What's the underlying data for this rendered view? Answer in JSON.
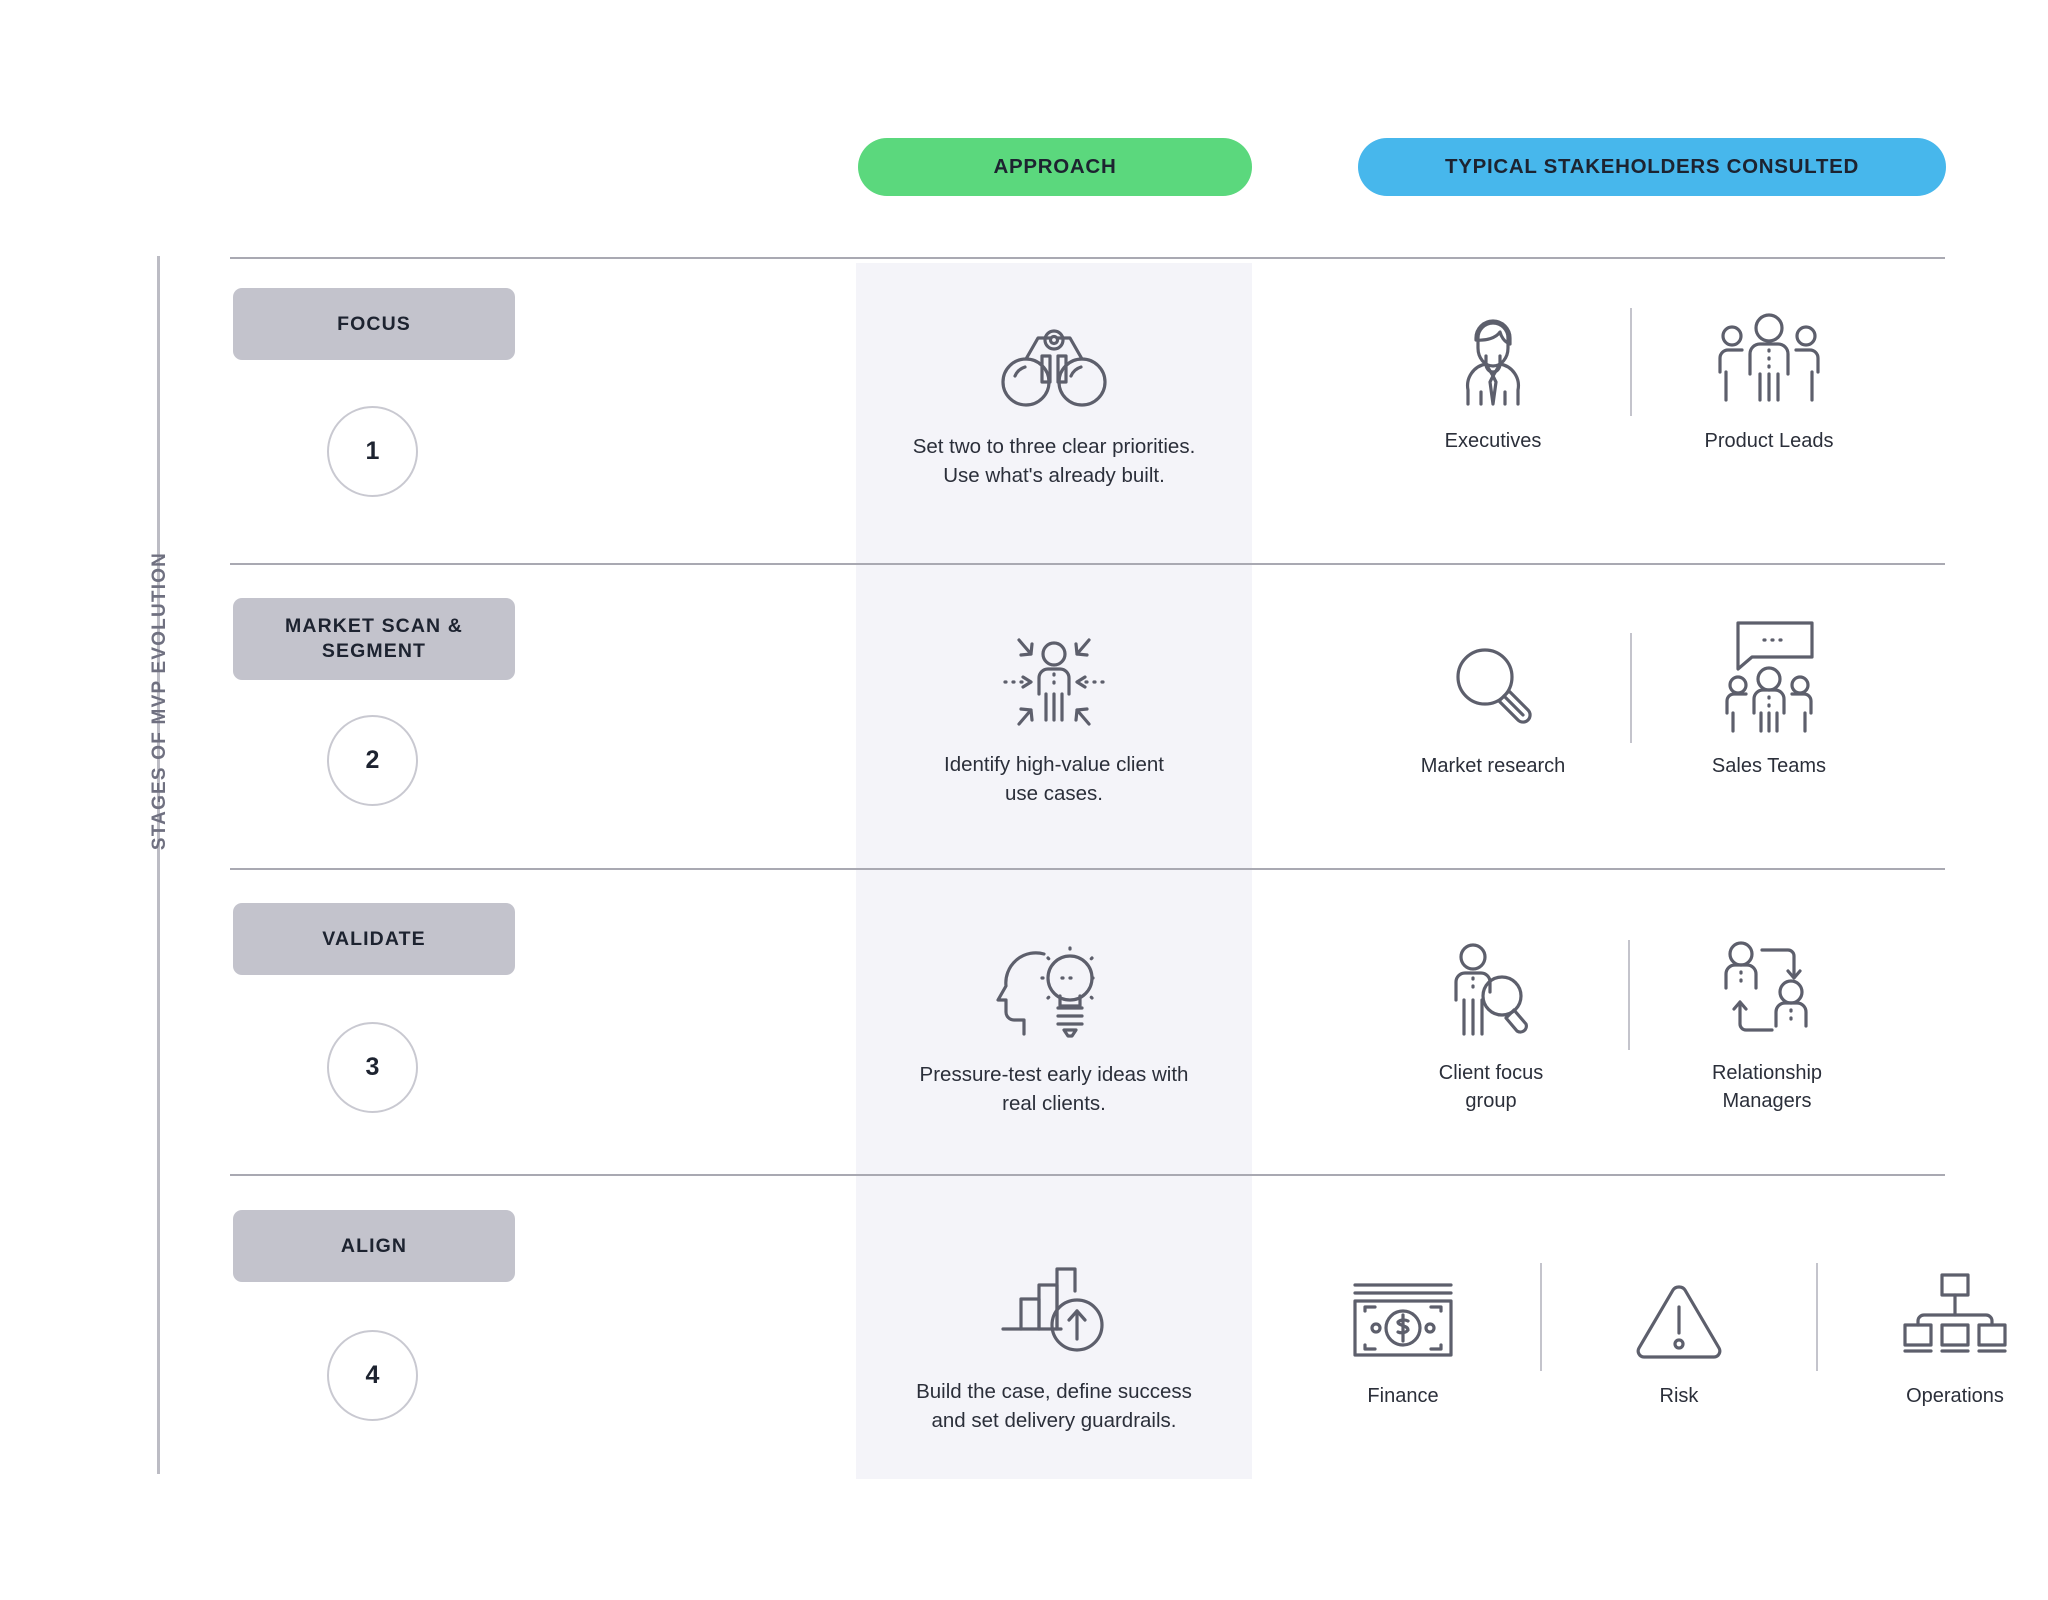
{
  "header": {
    "approach_pill": "APPROACH",
    "stakeholders_pill": "TYPICAL STAKEHOLDERS CONSULTED",
    "approach_color": "#5bd87d",
    "stakeholders_color": "#47b7ec"
  },
  "axis": {
    "label": "STAGES OF MVP EVOLUTION",
    "color": "#6f7080"
  },
  "rows": [
    {
      "stage": "FOCUS",
      "number": "1",
      "approach_icon": "binoculars-icon",
      "approach_text": "Set two to three clear priorities.\nUse what's already built.",
      "approach_line1": "Set two to three clear priorities.",
      "approach_line2": "Use what's already built.",
      "stakeholders": [
        {
          "label": "Executives",
          "icon": "executive-person-icon"
        },
        {
          "label": "Product Leads",
          "icon": "group-of-three-people-icon"
        }
      ]
    },
    {
      "stage": "MARKET SCAN & SEGMENT",
      "stage_line1": "MARKET SCAN &",
      "stage_line2": "SEGMENT",
      "number": "2",
      "approach_icon": "person-with-inward-arrows-icon",
      "approach_text": "Identify high-value client\nuse cases.",
      "approach_line1": "Identify high-value client",
      "approach_line2": "use cases.",
      "stakeholders": [
        {
          "label": "Market research",
          "icon": "magnifying-glass-icon"
        },
        {
          "label": "Sales Teams",
          "icon": "people-with-speech-bubble-icon"
        }
      ]
    },
    {
      "stage": "VALIDATE",
      "number": "3",
      "approach_icon": "head-with-lightbulb-icon",
      "approach_text": "Pressure-test early ideas with\nreal clients.",
      "approach_line1": "Pressure-test early ideas with",
      "approach_line2": "real clients.",
      "stakeholders": [
        {
          "label": "Client focus\ngroup",
          "label_line1": "Client focus",
          "label_line2": "group",
          "icon": "person-with-magnifier-icon"
        },
        {
          "label": "Relationship\nManagers",
          "label_line1": "Relationship",
          "label_line2": "Managers",
          "icon": "two-people-cycle-arrows-icon"
        }
      ]
    },
    {
      "stage": "ALIGN",
      "number": "4",
      "approach_icon": "bar-chart-growth-arrow-icon",
      "approach_text": "Build the case, define success\nand set delivery guardrails.",
      "approach_line1": "Build the case, define success",
      "approach_line2": "and set delivery guardrails.",
      "stakeholders": [
        {
          "label": "Finance",
          "icon": "banknote-dollar-icon"
        },
        {
          "label": "Risk",
          "icon": "warning-triangle-icon"
        },
        {
          "label": "Operations",
          "icon": "org-chart-icon"
        }
      ]
    }
  ]
}
